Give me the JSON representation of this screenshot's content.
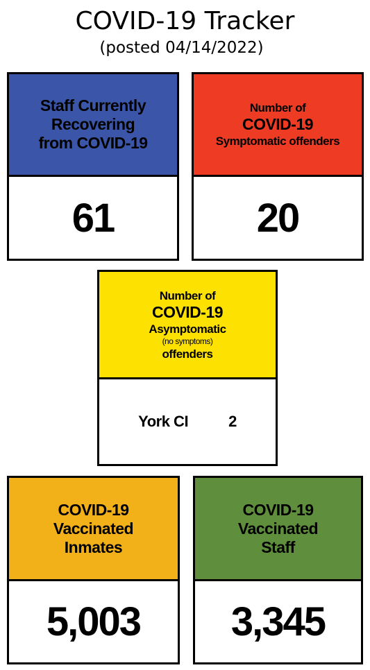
{
  "header": {
    "title": "COVID-19 Tracker",
    "subtitle": "(posted 04/14/2022)"
  },
  "cards": {
    "staff_recovering": {
      "color": "#3b56a8",
      "lines": [
        "Staff Currently",
        "Recovering",
        "from COVID-19"
      ],
      "value": "61"
    },
    "symptomatic": {
      "color": "#ee3b24",
      "lines": [
        "Number of",
        "COVID-19",
        "Symptomatic offenders"
      ],
      "value": "20"
    },
    "asymptomatic": {
      "color": "#fde100",
      "lines": [
        "Number of",
        "COVID-19",
        "Asymptomatic",
        "(no symptoms)",
        "offenders"
      ],
      "facility": "York CI",
      "count": "2"
    },
    "vaccinated_inmates": {
      "color": "#f2b019",
      "lines": [
        "COVID-19",
        "Vaccinated",
        "Inmates"
      ],
      "value": "5,003"
    },
    "vaccinated_staff": {
      "color": "#5f8f3c",
      "lines": [
        "COVID-19",
        "Vaccinated",
        "Staff"
      ],
      "value": "3,345"
    }
  }
}
